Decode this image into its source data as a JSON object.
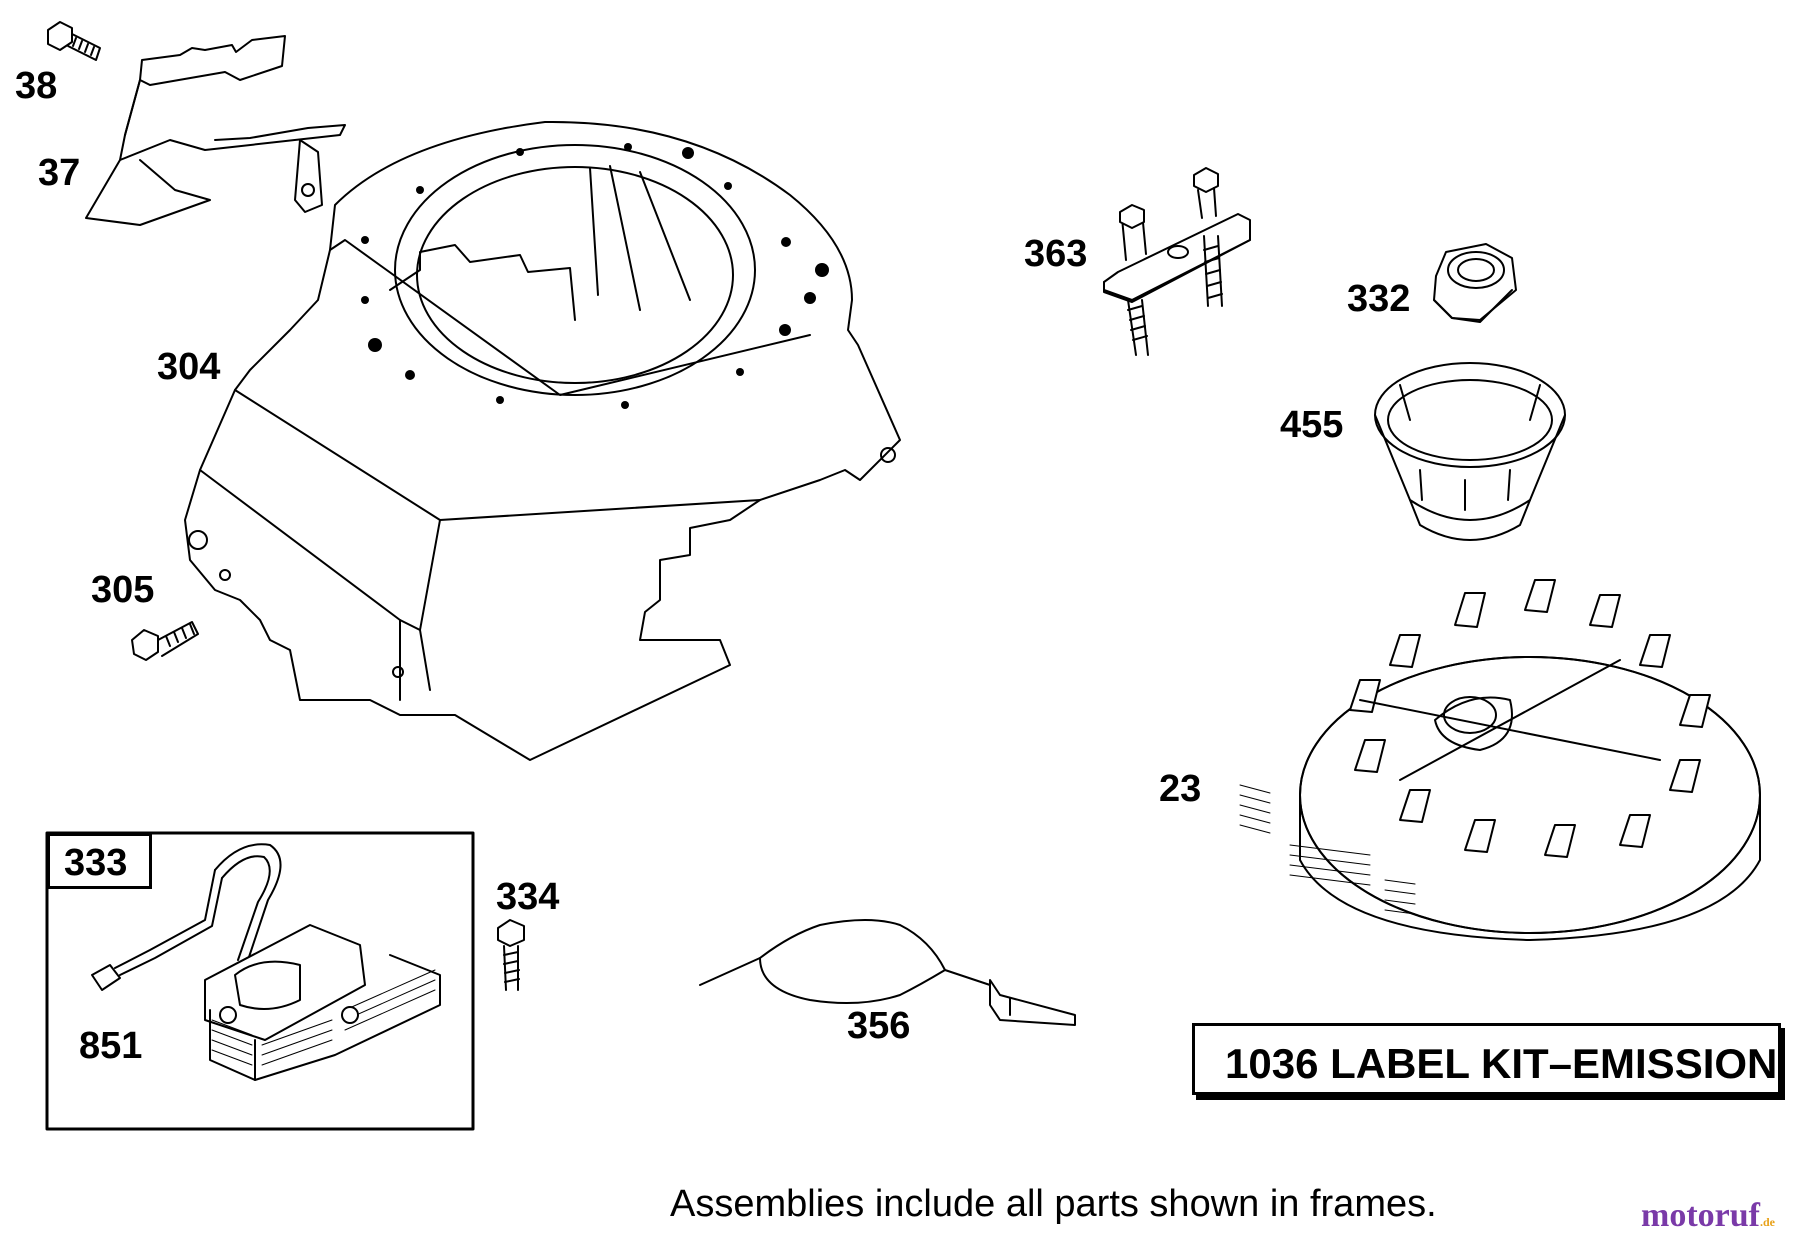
{
  "parts": [
    {
      "id": "38",
      "name": "bolt-38"
    },
    {
      "id": "37",
      "name": "baffle-37"
    },
    {
      "id": "304",
      "name": "blower-housing-304"
    },
    {
      "id": "305",
      "name": "screw-305"
    },
    {
      "id": "363",
      "name": "bracket-363"
    },
    {
      "id": "332",
      "name": "nut-332"
    },
    {
      "id": "455",
      "name": "cup-455"
    },
    {
      "id": "23",
      "name": "flywheel-23"
    },
    {
      "id": "333",
      "name": "armature-333"
    },
    {
      "id": "851",
      "name": "terminal-851"
    },
    {
      "id": "334",
      "name": "screw-334"
    },
    {
      "id": "356",
      "name": "ground-wire-356"
    }
  ],
  "kit_label": "1036 LABEL KIT–EMISSION",
  "footnote": "Assemblies include all parts shown in frames.",
  "watermark": {
    "main": "motoruf",
    "suffix": ".de",
    "color_main": "#7a3aa8",
    "color_accent": "#e8a21a"
  },
  "colors": {
    "line": "#000000",
    "background": "#ffffff"
  }
}
